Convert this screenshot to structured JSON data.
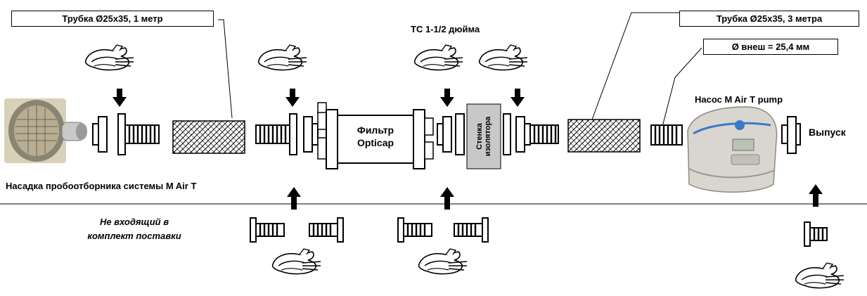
{
  "labels": {
    "tube_1m": "Трубка Ø25x35, 1 метр",
    "tube_3m": "Трубка Ø25x35, 3 метра",
    "tc": "TC 1-1/2 дюйма",
    "outer_dia": "Ø внеш = 25,4 мм",
    "pump": "Насос M Air T pump",
    "filter_line1": "Фильтр",
    "filter_line2": "Opticap",
    "wall_line1": "Стенка",
    "wall_line2": "изолятора",
    "outlet": "Выпуск",
    "probe": "Насадка пробоотборника системы M Air T",
    "not_included_line1": "Не входящий в",
    "not_included_line2": "комплект поставки"
  },
  "colors": {
    "line": "#000000",
    "wall_fill": "#c8c8c8",
    "pump_body": "#d8d6ce",
    "pump_accent": "#3a78c8"
  }
}
